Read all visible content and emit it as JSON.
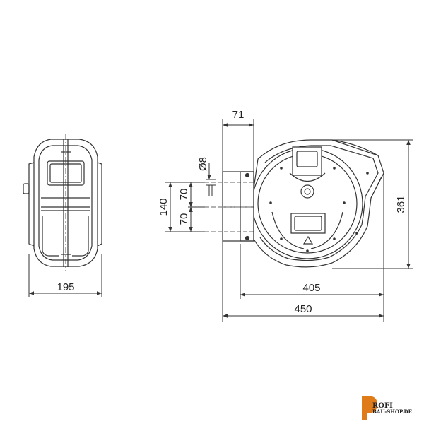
{
  "drawing": {
    "dimensions": {
      "side_width": "195",
      "bracket_depth": "71",
      "hole_diameter": "Ø8",
      "hole_spacing_total": "140",
      "hole_spacing_upper": "70",
      "hole_spacing_lower": "70",
      "housing_height": "361",
      "housing_width": "405",
      "overall_width": "450"
    }
  },
  "logo": {
    "line1": "ROFI",
    "line2": "BAU-SHOP.DE",
    "accent_color": "#e07b1a"
  },
  "colors": {
    "line": "#333333",
    "fill": "#ffffff"
  }
}
